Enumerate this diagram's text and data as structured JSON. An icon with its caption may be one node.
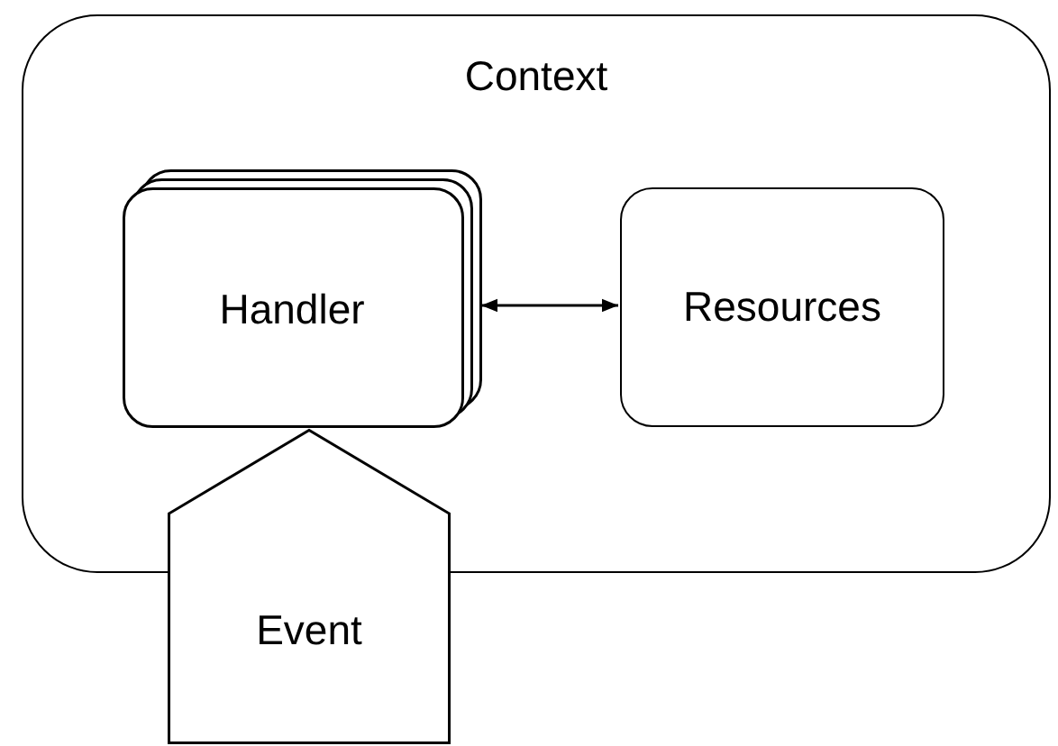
{
  "diagram": {
    "nodes": [
      {
        "text": [
          "Context"
        ]
      },
      {
        "text": [
          "Handler"
        ],
        "in": 0
      },
      {
        "text": [
          "Resources"
        ],
        "in": 0
      },
      {
        "text": [
          "Event"
        ]
      }
    ],
    "edges": [
      {
        "from": 1,
        "to": 2,
        "arrow": "both"
      }
    ]
  }
}
